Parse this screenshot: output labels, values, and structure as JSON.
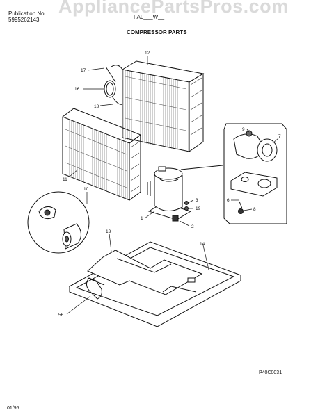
{
  "watermark": "AppliancePartsPros.com",
  "header": {
    "publication_label": "Publication No.",
    "publication_number": "5995262143",
    "model_partial": "FAL___W__",
    "section_title": "COMPRESSOR PARTS"
  },
  "diagram_code": "P40C0031",
  "date_code": "01/95",
  "callouts": [
    "17",
    "16",
    "18",
    "12",
    "11",
    "10",
    "9",
    "7",
    "1",
    "3",
    "19",
    "2",
    "6",
    "8",
    "13",
    "14",
    "56"
  ],
  "colors": {
    "ink": "#111111",
    "watermark": "#999999"
  }
}
